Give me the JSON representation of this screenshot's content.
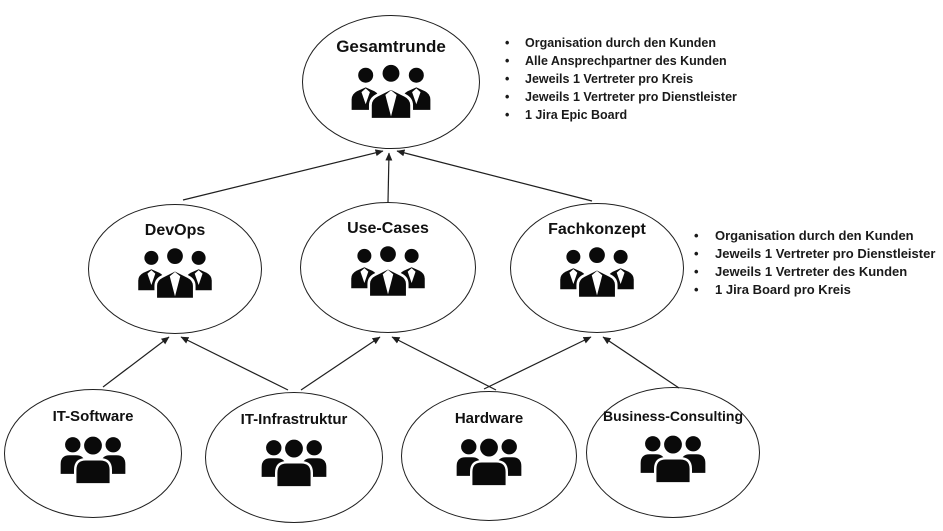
{
  "diagram": {
    "type": "org-structure",
    "nodes": [
      {
        "id": "gesamtrunde",
        "label": "Gesamtrunde",
        "icon": "business-team-icon",
        "row": "top"
      },
      {
        "id": "devops",
        "label": "DevOps",
        "icon": "business-team-icon",
        "row": "middle"
      },
      {
        "id": "use-cases",
        "label": "Use-Cases",
        "icon": "business-team-icon",
        "row": "middle"
      },
      {
        "id": "fachkonzept",
        "label": "Fachkonzept",
        "icon": "business-team-icon",
        "row": "middle"
      },
      {
        "id": "it-software",
        "label": "IT-Software",
        "icon": "people-group-icon",
        "row": "bottom"
      },
      {
        "id": "it-infrastruktur",
        "label": "IT-Infrastruktur",
        "icon": "people-group-icon",
        "row": "bottom"
      },
      {
        "id": "hardware",
        "label": "Hardware",
        "icon": "people-group-icon",
        "row": "bottom"
      },
      {
        "id": "business-consulting",
        "label": "Business-Consulting",
        "icon": "people-group-icon",
        "row": "bottom"
      }
    ],
    "edges": [
      {
        "from": "devops",
        "to": "gesamtrunde"
      },
      {
        "from": "use-cases",
        "to": "gesamtrunde"
      },
      {
        "from": "fachkonzept",
        "to": "gesamtrunde"
      },
      {
        "from": "it-software",
        "to": "devops"
      },
      {
        "from": "it-infrastruktur",
        "to": "devops"
      },
      {
        "from": "it-infrastruktur",
        "to": "use-cases"
      },
      {
        "from": "hardware",
        "to": "use-cases"
      },
      {
        "from": "hardware",
        "to": "fachkonzept"
      },
      {
        "from": "business-consulting",
        "to": "fachkonzept"
      }
    ],
    "notes": [
      {
        "attached_to": "gesamtrunde",
        "items": [
          "Organisation durch den Kunden",
          "Alle Ansprechpartner des Kunden",
          "Jeweils 1 Vertreter pro Kreis",
          "Jeweils 1 Vertreter pro Dienstleister",
          "1 Jira Epic Board"
        ]
      },
      {
        "attached_to": "fachkonzept",
        "items": [
          "Organisation durch den Kunden",
          "Jeweils 1 Vertreter pro Dienstleister",
          "Jeweils 1 Vertreter des Kunden",
          "1 Jira Board pro Kreis"
        ]
      }
    ],
    "colors": {
      "background": "#ffffff",
      "stroke": "#1f1f1f",
      "icon": "#0a0a0a",
      "text": "#1a1a1a"
    }
  }
}
